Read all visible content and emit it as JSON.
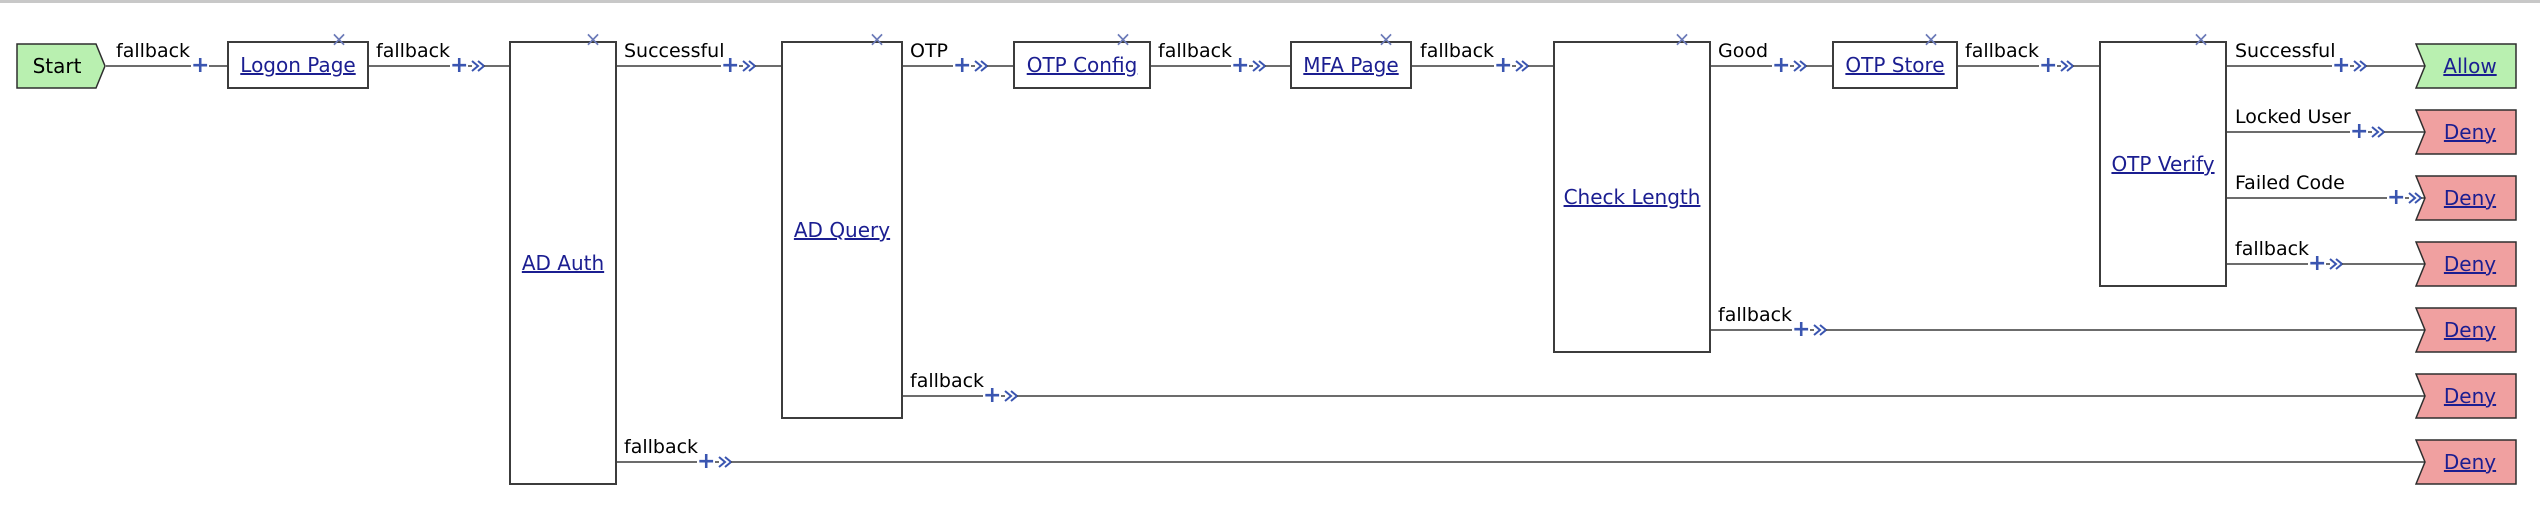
{
  "colors": {
    "line": "#3c3c3c",
    "link": "#1b1e91",
    "start_fill": "#b9f0b0",
    "allow_fill": "#b9f0b0",
    "deny_fill": "#f0a0a0",
    "terminal_stroke": "#2e2e2e",
    "connector": "#3a55b0"
  },
  "icons": {
    "delete": "close-x-icon",
    "add": "plus-icon",
    "arrow": "double-chevron-icon"
  },
  "start": {
    "label": "Start"
  },
  "nodes": [
    {
      "id": "logon_page",
      "label": "Logon Page"
    },
    {
      "id": "ad_auth",
      "label": "AD Auth"
    },
    {
      "id": "ad_query",
      "label": "AD Query"
    },
    {
      "id": "otp_config",
      "label": "OTP Config"
    },
    {
      "id": "mfa_page",
      "label": "MFA Page"
    },
    {
      "id": "check_length",
      "label": "Check Length"
    },
    {
      "id": "otp_store",
      "label": "OTP Store"
    },
    {
      "id": "otp_verify",
      "label": "OTP Verify"
    }
  ],
  "endings": [
    {
      "id": "allow",
      "label": "Allow",
      "kind": "allow"
    },
    {
      "id": "deny_locked",
      "label": "Deny",
      "kind": "deny"
    },
    {
      "id": "deny_failed",
      "label": "Deny",
      "kind": "deny"
    },
    {
      "id": "deny_verify_fallback",
      "label": "Deny",
      "kind": "deny"
    },
    {
      "id": "deny_length",
      "label": "Deny",
      "kind": "deny"
    },
    {
      "id": "deny_query",
      "label": "Deny",
      "kind": "deny"
    },
    {
      "id": "deny_auth",
      "label": "Deny",
      "kind": "deny"
    }
  ],
  "branches": [
    {
      "id": "start_fallback",
      "from": "start",
      "to": "logon_page",
      "label": "fallback"
    },
    {
      "id": "logon_fallback",
      "from": "logon_page",
      "to": "ad_auth",
      "label": "fallback"
    },
    {
      "id": "auth_successful",
      "from": "ad_auth",
      "to": "ad_query",
      "label": "Successful"
    },
    {
      "id": "auth_fallback",
      "from": "ad_auth",
      "to": "deny_auth",
      "label": "fallback"
    },
    {
      "id": "query_otp",
      "from": "ad_query",
      "to": "otp_config",
      "label": "OTP"
    },
    {
      "id": "query_fallback",
      "from": "ad_query",
      "to": "deny_query",
      "label": "fallback"
    },
    {
      "id": "config_fallback",
      "from": "otp_config",
      "to": "mfa_page",
      "label": "fallback"
    },
    {
      "id": "mfa_fallback",
      "from": "mfa_page",
      "to": "check_length",
      "label": "fallback"
    },
    {
      "id": "length_good",
      "from": "check_length",
      "to": "otp_store",
      "label": "Good"
    },
    {
      "id": "length_fallback",
      "from": "check_length",
      "to": "deny_length",
      "label": "fallback"
    },
    {
      "id": "store_fallback",
      "from": "otp_store",
      "to": "otp_verify",
      "label": "fallback"
    },
    {
      "id": "verify_successful",
      "from": "otp_verify",
      "to": "allow",
      "label": "Successful"
    },
    {
      "id": "verify_locked",
      "from": "otp_verify",
      "to": "deny_locked",
      "label": "Locked User"
    },
    {
      "id": "verify_failed",
      "from": "otp_verify",
      "to": "deny_failed",
      "label": "Failed Code"
    },
    {
      "id": "verify_fallback",
      "from": "otp_verify",
      "to": "deny_verify_fallback",
      "label": "fallback"
    }
  ]
}
